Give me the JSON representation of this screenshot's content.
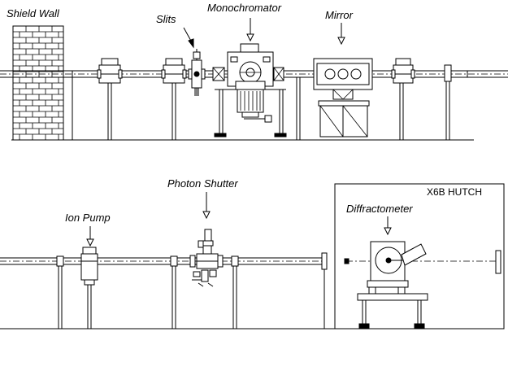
{
  "labels": {
    "shield_wall": "Shield Wall",
    "slits": "Slits",
    "monochromator": "Monochromator",
    "mirror": "Mirror",
    "ion_pump": "Ion Pump",
    "photon_shutter": "Photon Shutter",
    "diffractometer": "Diffractometer",
    "hutch": "X6B HUTCH"
  }
}
